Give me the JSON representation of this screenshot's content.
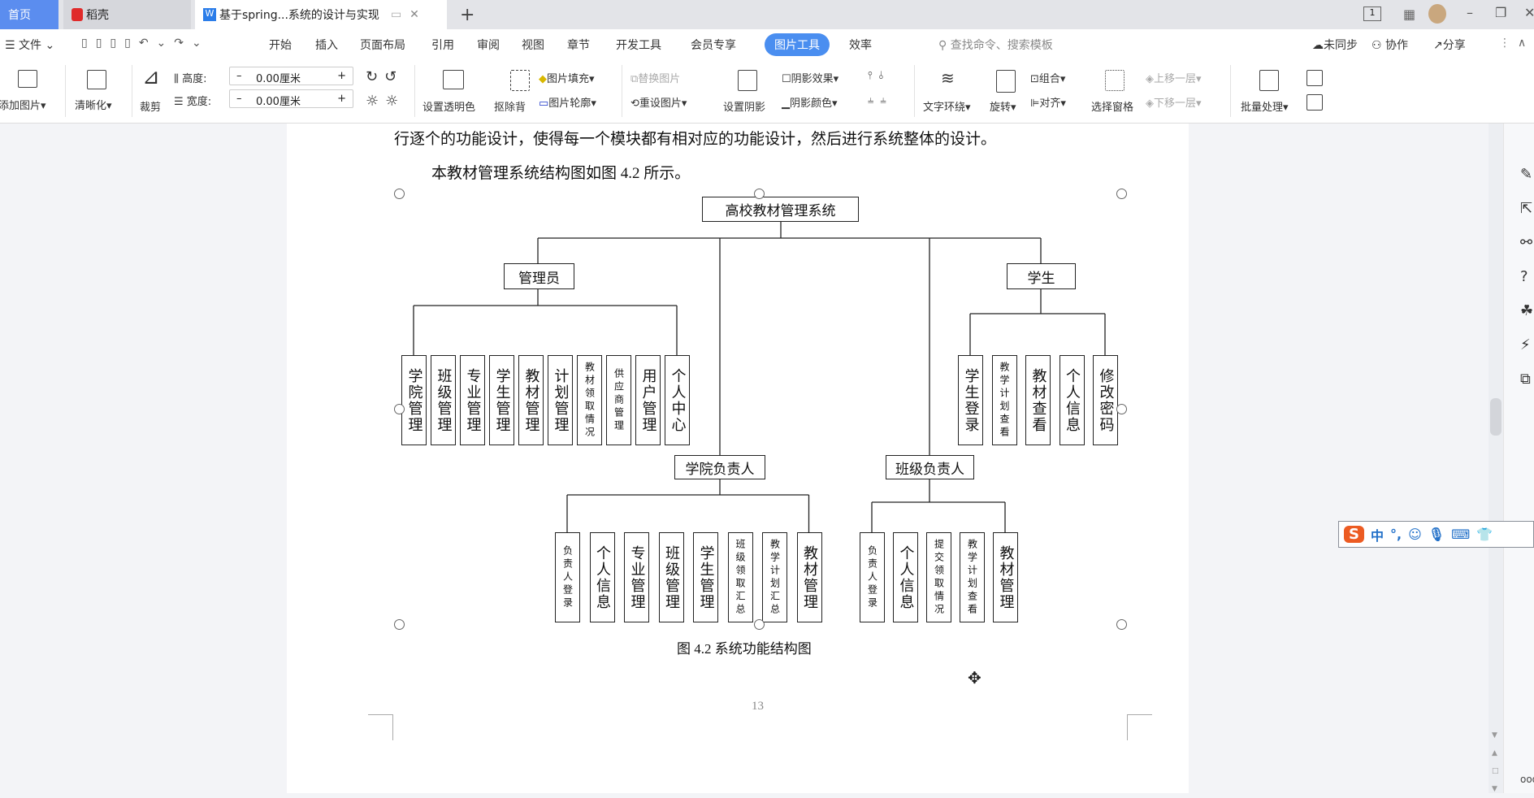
{
  "tabs": {
    "home": "首页",
    "docer": "稻壳",
    "doc": "基于spring...系统的设计与实现",
    "new_tab": "+"
  },
  "menu": {
    "file": "文件",
    "items": [
      "开始",
      "插入",
      "页面布局",
      "引用",
      "审阅",
      "视图",
      "章节",
      "开发工具",
      "会员专享",
      "图片工具",
      "效率"
    ],
    "active": "图片工具",
    "search_placeholder": "查找命令、搜索模板",
    "sync": "未同步",
    "collab": "协作",
    "share": "分享"
  },
  "ribbon": {
    "add_picture": "添加图片",
    "sharpen": "清晰化",
    "crop": "裁剪",
    "height_label": "高度:",
    "width_label": "宽度:",
    "height_value": "0.00厘米",
    "width_value": "0.00厘米",
    "transparent": "设置透明色",
    "remove_bg": "抠除背",
    "fill": "图片填充",
    "outline": "图片轮廓",
    "replace": "替换图片",
    "reset": "重设图片",
    "set_shadow": "设置阴影",
    "shadow_effect": "阴影效果",
    "shadow_color": "阴影颜色",
    "wrap": "文字环绕",
    "rotate": "旋转",
    "group": "组合",
    "align": "对齐",
    "select_pane": "选择窗格",
    "bring_forward": "上移一层",
    "send_backward": "下移一层",
    "batch": "批量处理"
  },
  "doc": {
    "line1": "行逐个的功能设计，使得每一个模块都有相对应的功能设计，然后进行系统整体的设计。",
    "line2": "本教材管理系统结构图如图 4.2 所示。",
    "caption": "图 4.2    系统功能结构图",
    "page_number": "13"
  },
  "diagram": {
    "root": "高校教材管理系统",
    "admin": "管理员",
    "student": "学生",
    "college_head": "学院负责人",
    "class_head": "班级负责人",
    "admin_children": [
      "学院管理",
      "班级管理",
      "专业管理",
      "学生管理",
      "教材管理",
      "计划管理",
      "教材领取情况",
      "供应商管理",
      "用户管理",
      "个人中心"
    ],
    "student_children": [
      "学生登录",
      "教学计划查看",
      "教材查看",
      "个人信息",
      "修改密码"
    ],
    "college_children": [
      "负责人登录",
      "个人信息",
      "专业管理",
      "班级管理",
      "学生管理",
      "班级领取汇总",
      "教学计划汇总",
      "教材管理"
    ],
    "class_children": [
      "负责人登录",
      "个人信息",
      "提交领取情况",
      "教学计划查看",
      "教材管理"
    ]
  },
  "ime": {
    "lang": "中",
    "punct": "°,"
  },
  "colors": {
    "accent": "#4a8ef0",
    "home_tab": "#5b8def"
  }
}
